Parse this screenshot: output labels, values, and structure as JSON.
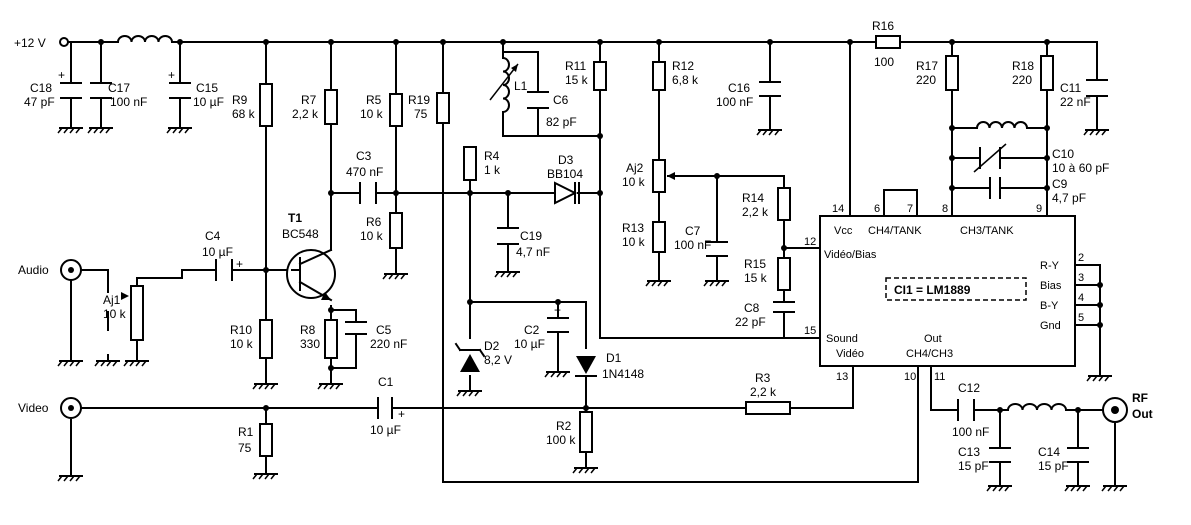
{
  "supply": "+12 V",
  "components": {
    "C18": {
      "ref": "C18",
      "value": "47 pF"
    },
    "C17": {
      "ref": "C17",
      "value": "100 nF"
    },
    "C15": {
      "ref": "C15",
      "value": "10 µF"
    },
    "R9": {
      "ref": "R9",
      "value": "68 k"
    },
    "R7": {
      "ref": "R7",
      "value": "2,2 k"
    },
    "R5": {
      "ref": "R5",
      "value": "10 k"
    },
    "R19": {
      "ref": "R19",
      "value": "75"
    },
    "R11": {
      "ref": "R11",
      "value": "15 k"
    },
    "R12": {
      "ref": "R12",
      "value": "6,8 k"
    },
    "C16": {
      "ref": "C16",
      "value": "100 nF"
    },
    "R16": {
      "ref": "R16",
      "value": "100"
    },
    "R17": {
      "ref": "R17",
      "value": "220"
    },
    "R18": {
      "ref": "R18",
      "value": "220"
    },
    "C11": {
      "ref": "C11",
      "value": "22 nF"
    },
    "L1": {
      "ref": "L1",
      "value": ""
    },
    "C6": {
      "ref": "C6",
      "value": "82 pF"
    },
    "C3": {
      "ref": "C3",
      "value": "470 nF"
    },
    "R4": {
      "ref": "R4",
      "value": "1 k"
    },
    "D3": {
      "ref": "D3",
      "value": "BB104"
    },
    "Aj2": {
      "ref": "Aj2",
      "value": "10 k"
    },
    "R14": {
      "ref": "R14",
      "value": "2,2 k"
    },
    "C10": {
      "ref": "C10",
      "value": "10 à 60 pF"
    },
    "C9": {
      "ref": "C9",
      "value": "4,7 pF"
    },
    "T1": {
      "ref": "T1",
      "value": "BC548"
    },
    "R6": {
      "ref": "R6",
      "value": "10 k"
    },
    "C19": {
      "ref": "C19",
      "value": "4,7 nF"
    },
    "R13": {
      "ref": "R13",
      "value": "10 k"
    },
    "C7": {
      "ref": "C7",
      "value": "100 nF"
    },
    "R15": {
      "ref": "R15",
      "value": "15 k"
    },
    "C4": {
      "ref": "C4",
      "value": "10 µF"
    },
    "Aj1": {
      "ref": "Aj1",
      "value": "10 k"
    },
    "C8": {
      "ref": "C8",
      "value": "22 pF"
    },
    "C2": {
      "ref": "C2",
      "value": "10 µF"
    },
    "R10": {
      "ref": "R10",
      "value": "10 k"
    },
    "R8": {
      "ref": "R8",
      "value": "330"
    },
    "C5": {
      "ref": "C5",
      "value": "220 nF"
    },
    "D2": {
      "ref": "D2",
      "value": "8,2 V"
    },
    "D1": {
      "ref": "D1",
      "value": "1N4148"
    },
    "C1": {
      "ref": "C1",
      "value": "10 µF"
    },
    "R3": {
      "ref": "R3",
      "value": "2,2 k"
    },
    "C12": {
      "ref": "C12",
      "value": "100 nF"
    },
    "R1": {
      "ref": "R1",
      "value": "75"
    },
    "R2": {
      "ref": "R2",
      "value": "100 k"
    },
    "C13": {
      "ref": "C13",
      "value": "15 pF"
    },
    "C14": {
      "ref": "C14",
      "value": "15 pF"
    }
  },
  "ports": {
    "audio": "Audio",
    "video": "Video",
    "rf_out_1": "RF",
    "rf_out_2": "Out"
  },
  "ic": {
    "name": "CI1 = LM1889",
    "vcc": "Vcc",
    "ch4_tank": "CH4/TANK",
    "ch3_tank": "CH3/TANK",
    "video_bias": "Vidéo/Bias",
    "sound": "Sound",
    "video": "Vidéo",
    "out": "Out",
    "out_ch": "CH4/CH3",
    "ry": "R-Y",
    "bias": "Bias",
    "by": "B-Y",
    "gnd": "Gnd",
    "pins": {
      "p14": "14",
      "p6": "6",
      "p7": "7",
      "p8": "8",
      "p9": "9",
      "p12": "12",
      "p15": "15",
      "p13": "13",
      "p10": "10",
      "p11": "11",
      "p2": "2",
      "p3": "3",
      "p4": "4",
      "p5": "5"
    }
  }
}
